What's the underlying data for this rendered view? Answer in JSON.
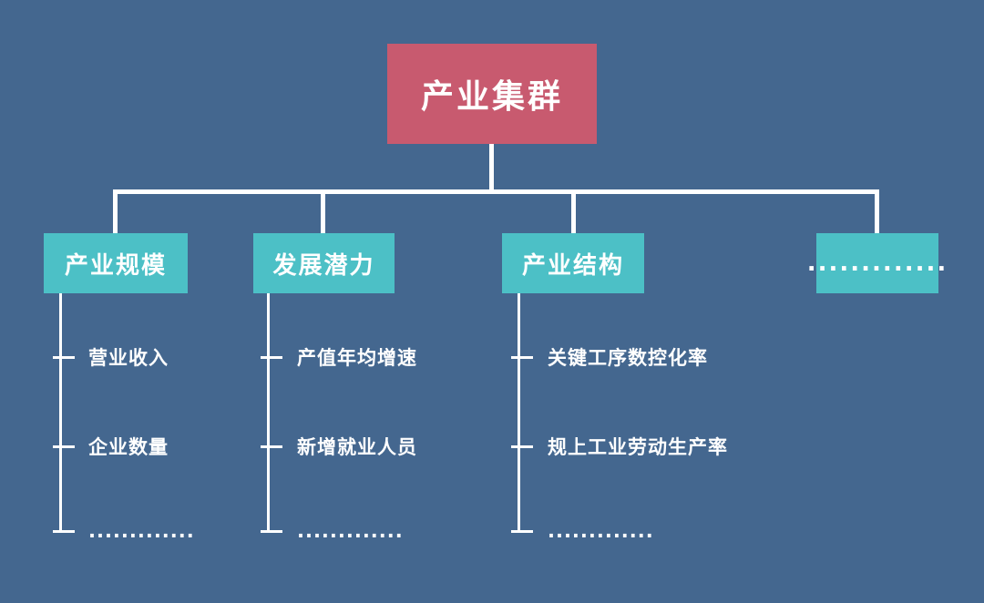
{
  "colors": {
    "background": "#44678F",
    "root_box": "#C85A6F",
    "branch_box": "#4CC0C6",
    "line": "#FFFFFF",
    "text": "#FFFFFF"
  },
  "root": {
    "label": "产业集群"
  },
  "branches": [
    {
      "label": "产业规模",
      "children": [
        "营业收入",
        "企业数量",
        "............."
      ]
    },
    {
      "label": "发展潜力",
      "children": [
        "产值年均增速",
        "新增就业人员",
        "............."
      ]
    },
    {
      "label": "产业结构",
      "children": [
        "关键工序数控化率",
        "规上工业劳动生产率",
        "............."
      ]
    },
    {
      "label": ".............",
      "children": []
    }
  ]
}
